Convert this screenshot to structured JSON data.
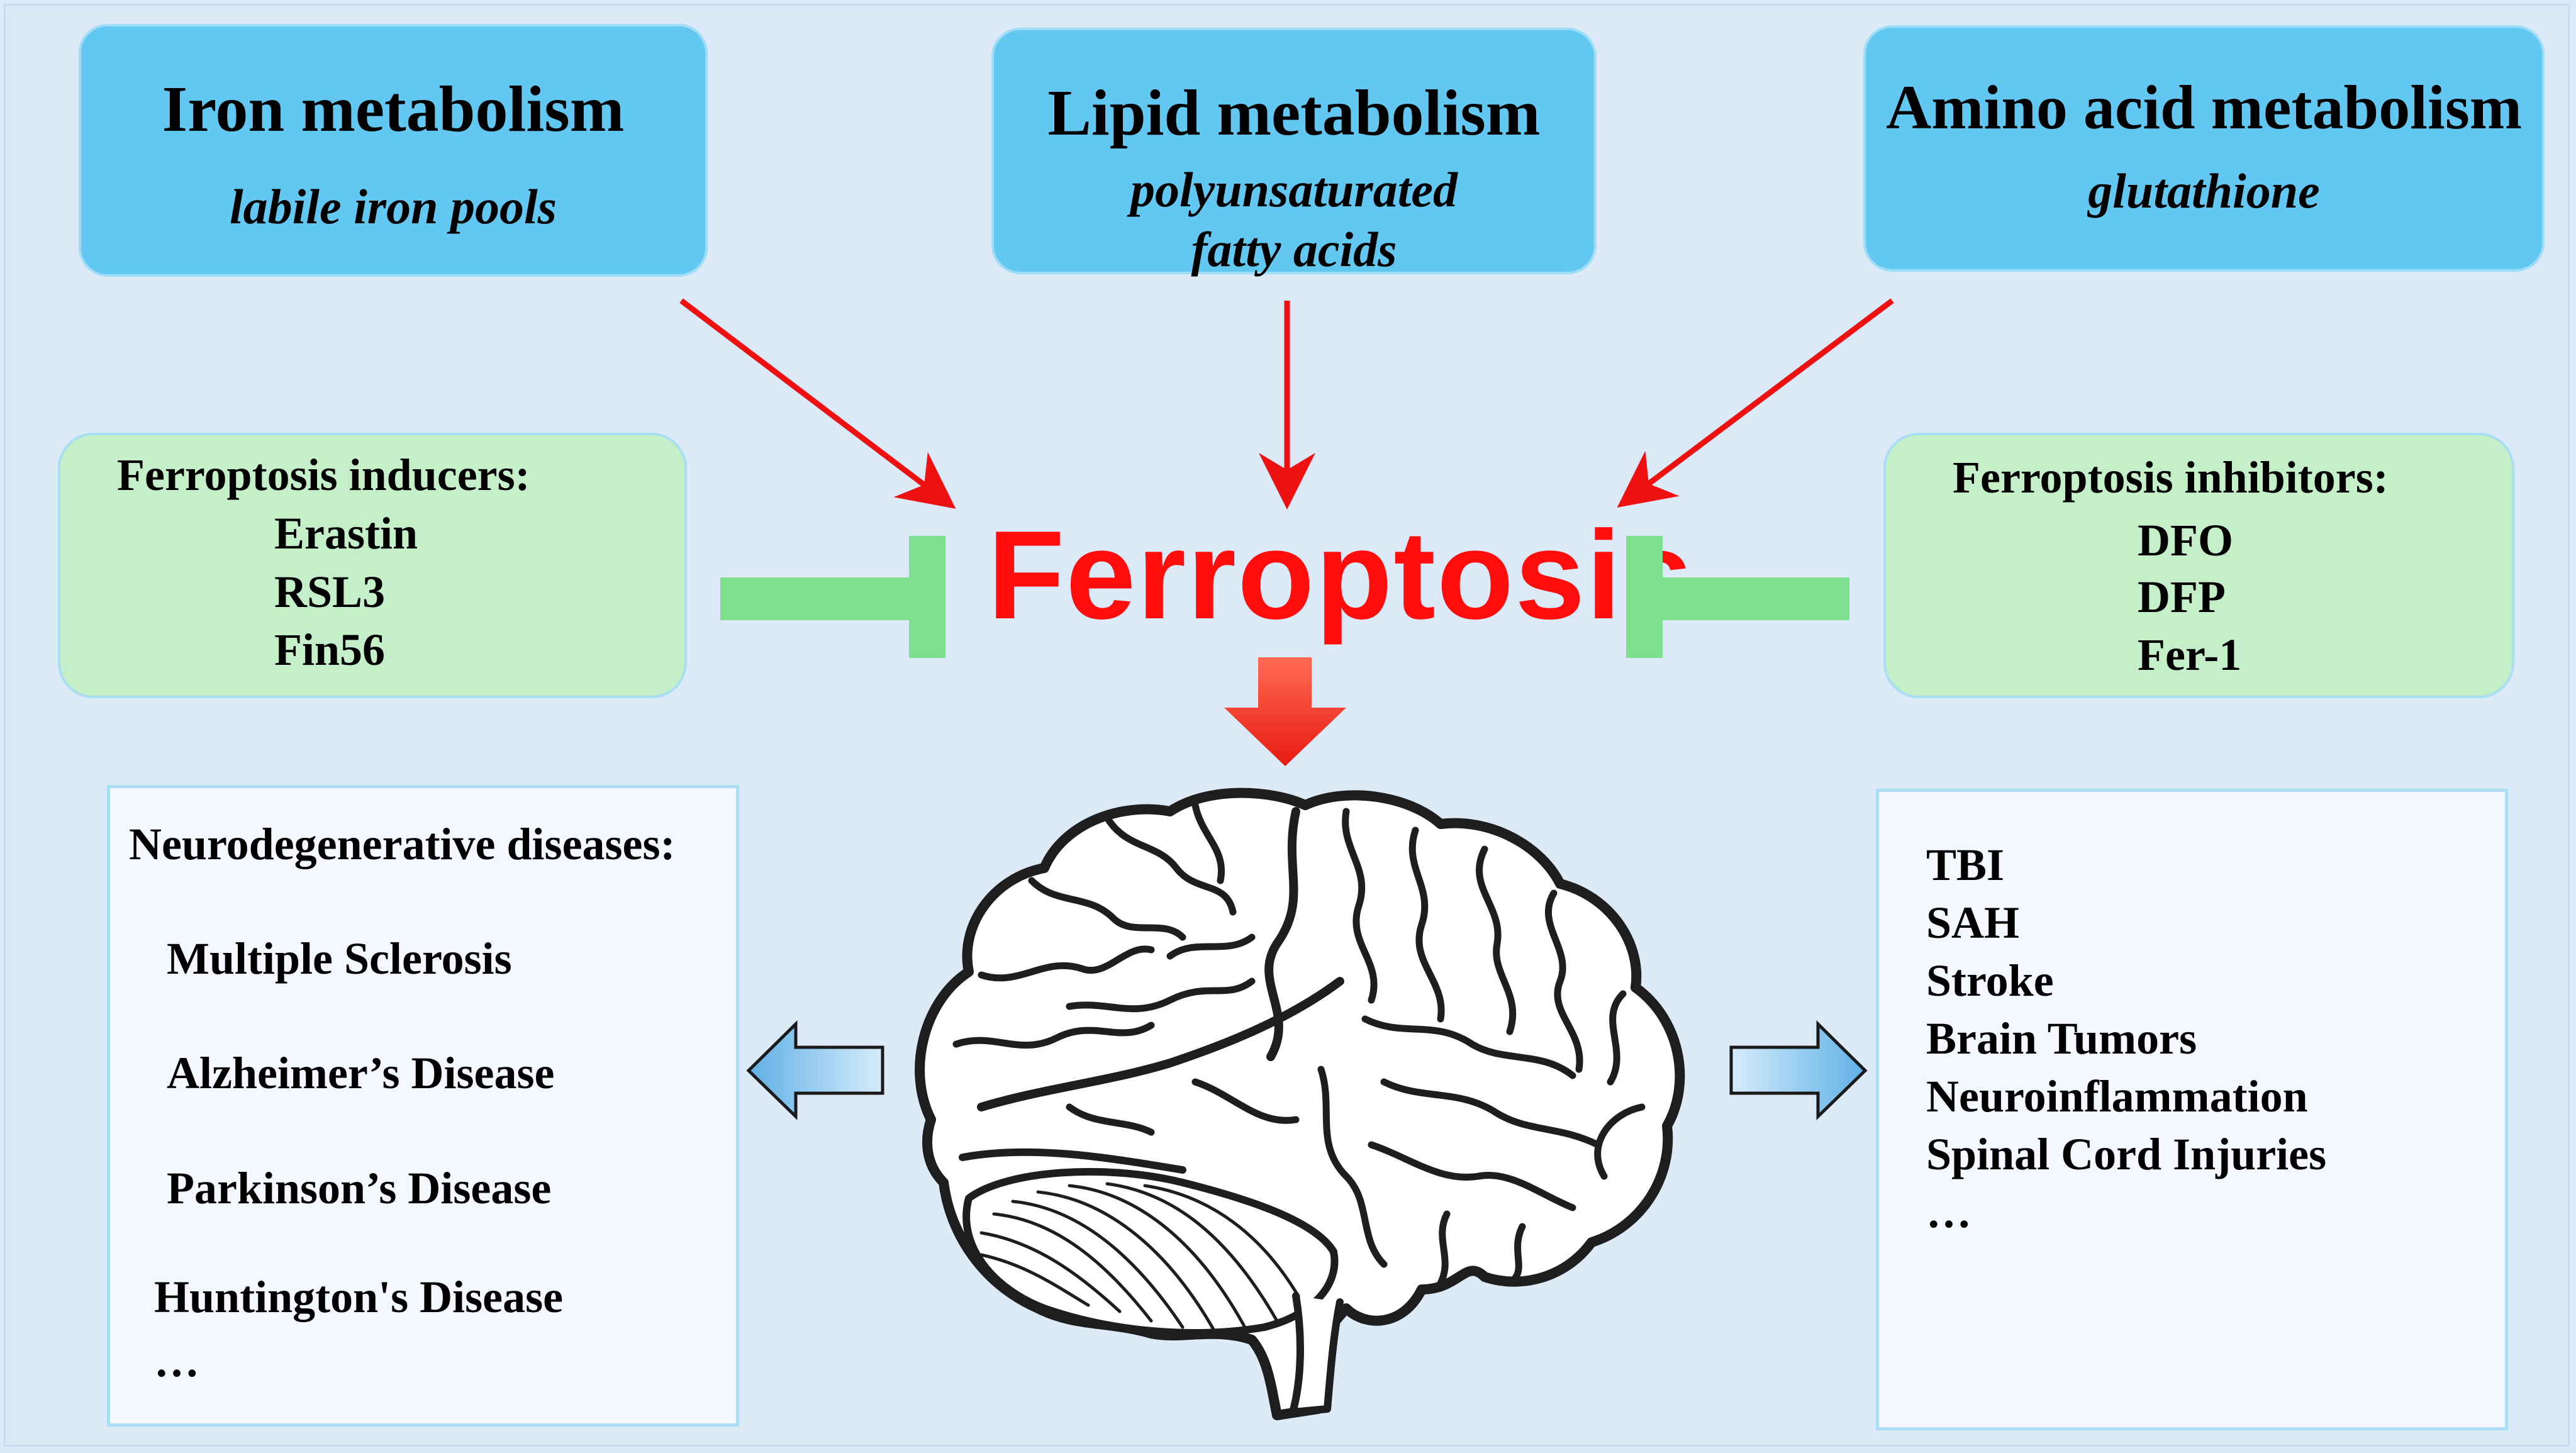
{
  "metabolism": [
    {
      "title": "Iron metabolism",
      "sub": [
        "labile iron pools"
      ]
    },
    {
      "title": "Lipid metabolism",
      "sub": [
        "polyunsaturated",
        "fatty acids"
      ]
    },
    {
      "title": "Amino acid metabolism",
      "sub": [
        "glutathione"
      ]
    }
  ],
  "center": {
    "title": "Ferroptosis"
  },
  "inducers": {
    "title": "Ferroptosis inducers:",
    "items": [
      "Erastin",
      "RSL3",
      "Fin56"
    ]
  },
  "inhibitors": {
    "title": "Ferroptosis inhibitors:",
    "items": [
      "DFO",
      "DFP",
      "Fer-1"
    ]
  },
  "neuro": {
    "title": "Neurodegenerative diseases:",
    "items": [
      "Multiple Sclerosis",
      "Alzheimer’s Disease",
      "Parkinson’s Disease",
      "Huntington's Disease",
      "…"
    ]
  },
  "injuries": {
    "items": [
      "TBI",
      "SAH",
      "Stroke",
      "Brain Tumors",
      "Neuroinflammation",
      "Spinal Cord Injuries",
      "…"
    ]
  },
  "colors": {
    "background": "#dce9f7",
    "metabolism_box": "#62c8f2",
    "green_box": "#c5efc9",
    "inhibit_bar": "#7ee08e",
    "arrow_red": "#ee1111",
    "ferroptosis_text": "#ff0d0d",
    "side_arrow": "#7cc2ec"
  },
  "icons": [
    "brain-icon",
    "down-arrow-icon",
    "left-arrow-icon",
    "right-arrow-icon",
    "inhibition-bar-icon"
  ]
}
